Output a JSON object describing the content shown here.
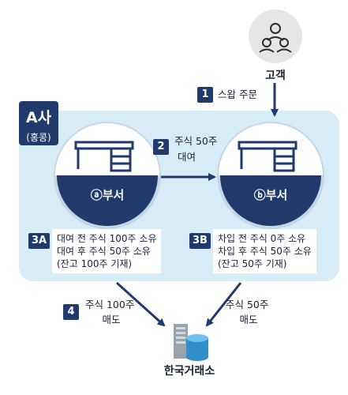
{
  "customer": {
    "label": "고객"
  },
  "company": {
    "name": "A사",
    "region": "(홍콩)"
  },
  "steps": {
    "step1": {
      "num": "1",
      "text": "스왑 주문"
    },
    "step2": {
      "num": "2",
      "line1": "주식 50주",
      "line2": "대여"
    },
    "step3a": {
      "num": "3A",
      "lines": [
        "대여 전 주식 100주 소유",
        "대여 후 주식 50주 소유",
        "(잔고 100주 기재)"
      ]
    },
    "step3b": {
      "num": "3B",
      "lines": [
        "차입 전 주식 0주 소유",
        "차입 후 주식 50주 소유",
        "(잔고 50주 기재)"
      ]
    },
    "step4": {
      "num": "4",
      "line1": "주식 100주",
      "line2": "매도"
    },
    "step4b": {
      "line1": "주식 50주",
      "line2": "매도"
    }
  },
  "departments": {
    "a": "ⓐ부서",
    "b": "ⓑ부서"
  },
  "exchange": {
    "label": "한국거래소"
  },
  "colors": {
    "navy": "#1f3a6b",
    "region_bg": "#d7ecf6",
    "circle_ring": "#c5d6e8"
  }
}
